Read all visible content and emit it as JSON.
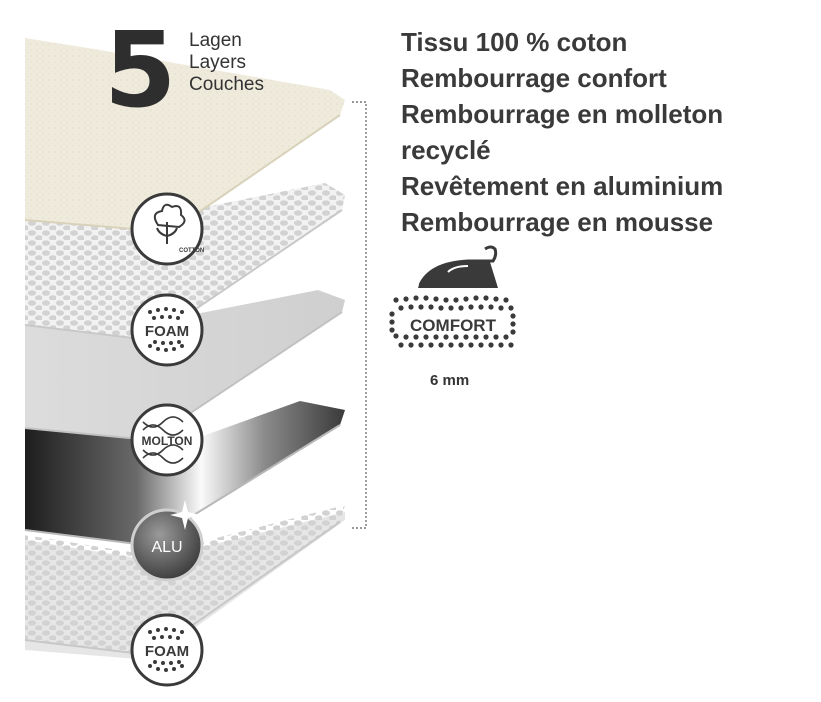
{
  "header": {
    "count": "5",
    "layer_words": [
      "Lagen",
      "Layers",
      "Couches"
    ]
  },
  "layers": [
    "Tissu 100 % coton",
    "Rembourrage confort",
    "Rembourrage en molleton",
    "recyclé",
    "Revêtement en aluminium",
    "Rembourrage en mousse"
  ],
  "badges": {
    "cotton": "COTTON",
    "foam_top": "FOAM",
    "molton": "MOLTON",
    "alu": "ALU",
    "foam_bottom": "FOAM"
  },
  "comfort_label": "COMFORT",
  "thickness_label": "6 mm",
  "colors": {
    "text_dark": "#333333",
    "cotton_layer": "#eeeadb",
    "foam_layer": "#f1f1f1",
    "molton_layer": "#d9d9d9",
    "alu_layer": "#3c3c3c",
    "dot_pattern": "#cfcfcf",
    "badge_stroke": "#3a3a3a"
  }
}
